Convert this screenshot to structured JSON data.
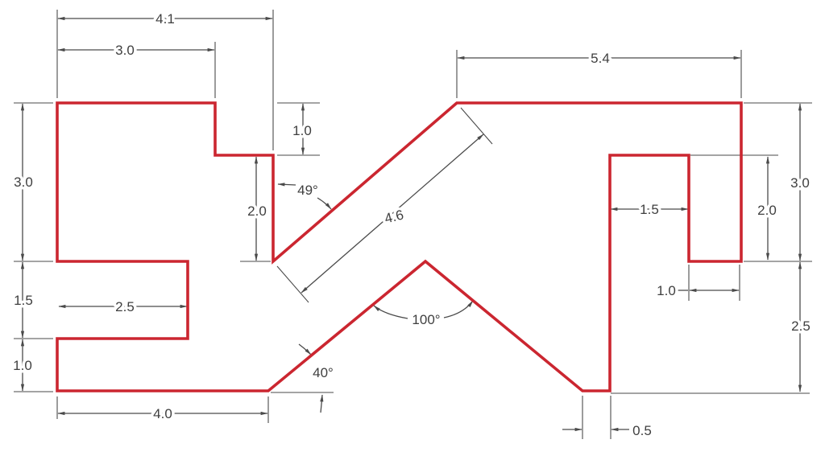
{
  "drawing": {
    "description": "2D CAD part outline with linear and angular dimensions",
    "colors": {
      "outline": "#cb2630",
      "dim": "#4a4a4a",
      "text": "#3f3f3f"
    },
    "labels": {
      "top_overall_width": "4.1",
      "top_left_width": "3.0",
      "top_right_width": "5.4",
      "left_upper_height": "3.0",
      "left_middle_height": "1.5",
      "left_lower_height": "1.0",
      "step_depth": "1.0",
      "step_angle": "49°",
      "left_slot_height": "2.0",
      "diagonal_length": "4.6",
      "right_upper_height": "3.0",
      "right_slot_height": "2.0",
      "right_slot_width": "1.5",
      "right_slot_bottom_width": "1.0",
      "right_lower_height": "2.5",
      "left_notch_width": "2.5",
      "bottom_width": "4.0",
      "bottom_angle": "40°",
      "valley_angle": "100°",
      "bottom_tab_width": "0.5"
    }
  }
}
